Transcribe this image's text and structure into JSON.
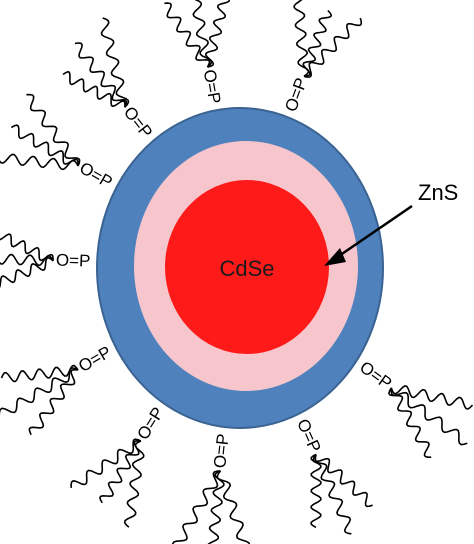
{
  "diagram": {
    "core_label": "CdSe",
    "shell_label": "ZnS",
    "ligand_label": "O=P",
    "colors": {
      "outer_ring": "#4f81bd",
      "outer_ring_stroke": "#3a6391",
      "shell": "#f6c6cc",
      "core": "#ff1a1a",
      "ligand_tail": "#000000"
    }
  }
}
